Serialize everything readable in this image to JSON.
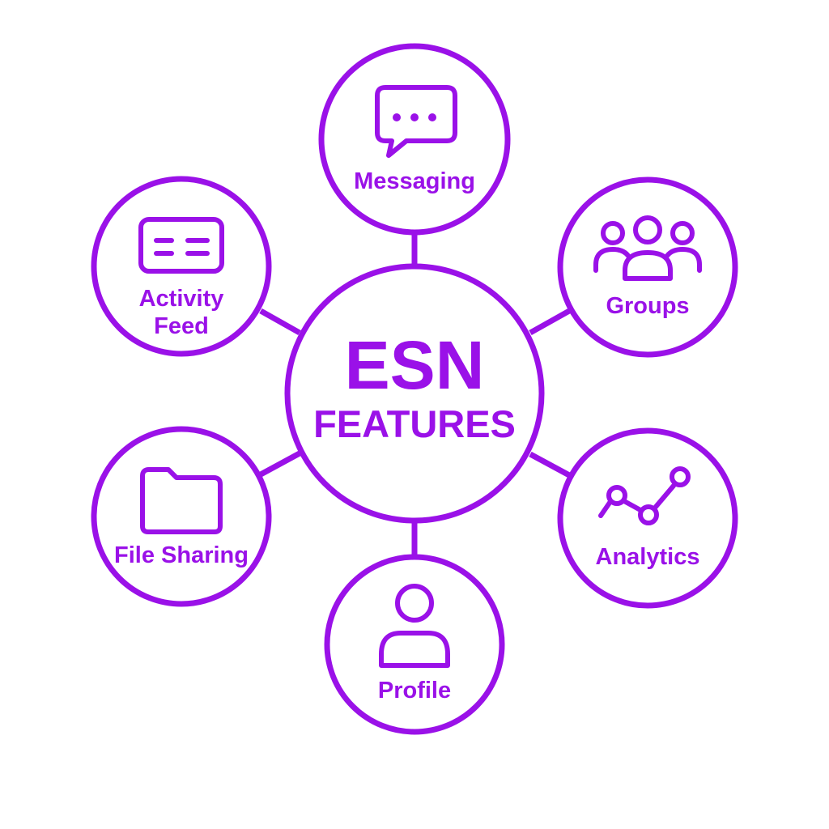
{
  "colors": {
    "accent": "#9a11e8",
    "background": "#ffffff"
  },
  "hub": {
    "title": "ESN",
    "subtitle": "FEATURES"
  },
  "nodes": {
    "messaging": {
      "label": "Messaging",
      "icon": "chat-bubble-icon"
    },
    "groups": {
      "label": "Groups",
      "icon": "group-people-icon"
    },
    "analytics": {
      "label": "Analytics",
      "icon": "line-chart-icon"
    },
    "profile": {
      "label": "Profile",
      "icon": "user-icon"
    },
    "file_sharing": {
      "label": "File Sharing",
      "icon": "folder-icon"
    },
    "activity_feed": {
      "label_line1": "Activity",
      "label_line2": "Feed",
      "icon": "feed-card-icon"
    }
  }
}
